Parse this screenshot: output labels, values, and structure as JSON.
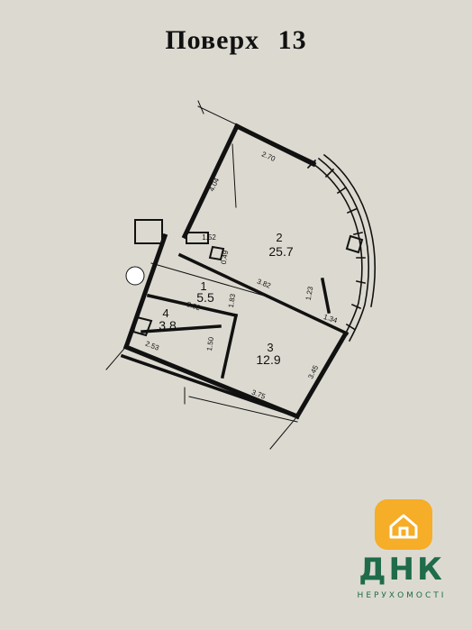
{
  "header": {
    "word": "Поверх",
    "floor": "13"
  },
  "rooms": [
    {
      "number": "1",
      "area": "5.5"
    },
    {
      "number": "2",
      "area": "25.7"
    },
    {
      "number": "3",
      "area": "12.9"
    },
    {
      "number": "4",
      "area": "3.8"
    }
  ],
  "dimensions": [
    "2.70",
    "4.04",
    "1.52",
    "0.49",
    "3.82",
    "1.23",
    "1.34",
    "1.83",
    "3.02",
    "1.50",
    "2.53",
    "3.75",
    "3.45"
  ],
  "logo": {
    "name": "ДНК",
    "tagline": "НЕРУХОМОСТІ",
    "brand_color": "#1f6b4a",
    "accent_color": "#f6ad27"
  }
}
